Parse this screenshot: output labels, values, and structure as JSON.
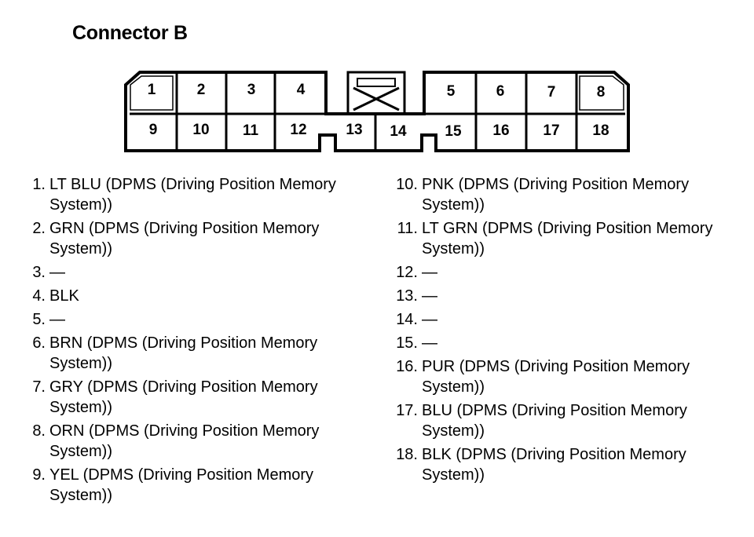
{
  "title": "Connector B",
  "pins_top": [
    "1",
    "2",
    "3",
    "4",
    "5",
    "6",
    "7",
    "8"
  ],
  "pins_bottom": [
    "9",
    "10",
    "11",
    "12",
    "13",
    "14",
    "15",
    "16",
    "17",
    "18"
  ],
  "wires_left": [
    {
      "num": "1.",
      "desc": "LT BLU (DPMS (Driving Position Memory System))"
    },
    {
      "num": "2.",
      "desc": "GRN (DPMS (Driving Position Memory System))"
    },
    {
      "num": "3.",
      "desc": "—"
    },
    {
      "num": "4.",
      "desc": "BLK"
    },
    {
      "num": "5.",
      "desc": "—"
    },
    {
      "num": "6.",
      "desc": "BRN (DPMS (Driving Position Memory System))"
    },
    {
      "num": "7.",
      "desc": "GRY (DPMS (Driving Position Memory System))"
    },
    {
      "num": "8.",
      "desc": "ORN (DPMS (Driving Position Memory System))"
    },
    {
      "num": "9.",
      "desc": "YEL (DPMS (Driving Position Memory System))"
    }
  ],
  "wires_right": [
    {
      "num": "10.",
      "desc": "PNK (DPMS (Driving Position Memory System))"
    },
    {
      "num": "11.",
      "desc": "LT GRN (DPMS (Driving Position Memory System))"
    },
    {
      "num": "12.",
      "desc": "—"
    },
    {
      "num": "13.",
      "desc": "—"
    },
    {
      "num": "14.",
      "desc": "—"
    },
    {
      "num": "15.",
      "desc": "—"
    },
    {
      "num": "16.",
      "desc": "PUR (DPMS (Driving Position Memory System))"
    },
    {
      "num": "17.",
      "desc": "BLU (DPMS (Driving Position Memory System))"
    },
    {
      "num": "18.",
      "desc": "BLK (DPMS (Driving Position Memory System))"
    }
  ]
}
